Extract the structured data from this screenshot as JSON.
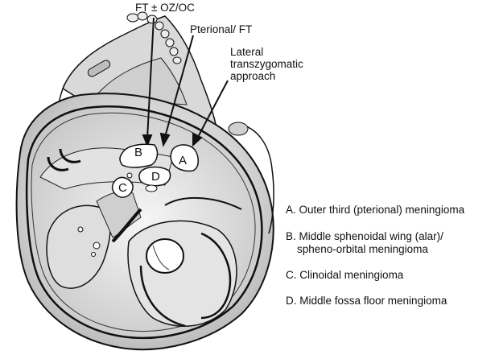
{
  "figure": {
    "subject": "skull-base-superior-view",
    "approach_labels": [
      {
        "id": "ft-oz-oc",
        "text": "FT ± OZ/OC"
      },
      {
        "id": "pterional-ft",
        "text": "Pterional/ FT"
      },
      {
        "id": "lateral-transzygomatic",
        "lines": [
          "Lateral",
          "transzygomatic",
          "approach"
        ]
      }
    ],
    "regions": [
      {
        "letter": "A"
      },
      {
        "letter": "B"
      },
      {
        "letter": "C"
      },
      {
        "letter": "D"
      }
    ],
    "legend": [
      {
        "lines": [
          "A. Outer third (pterional) meningioma"
        ]
      },
      {
        "lines": [
          "B. Middle sphenoidal wing (alar)/",
          "spheno-orbital meningioma"
        ]
      },
      {
        "lines": [
          "C. Clinoidal meningioma"
        ]
      },
      {
        "lines": [
          "D. Middle fossa floor meningioma"
        ]
      }
    ],
    "colors": {
      "ink": "#111111",
      "bone_light": "#e6e6e6",
      "bone_mid": "#c9c9c9",
      "bone_dark": "#a8a8a8",
      "tumor": "#ffffff"
    }
  }
}
